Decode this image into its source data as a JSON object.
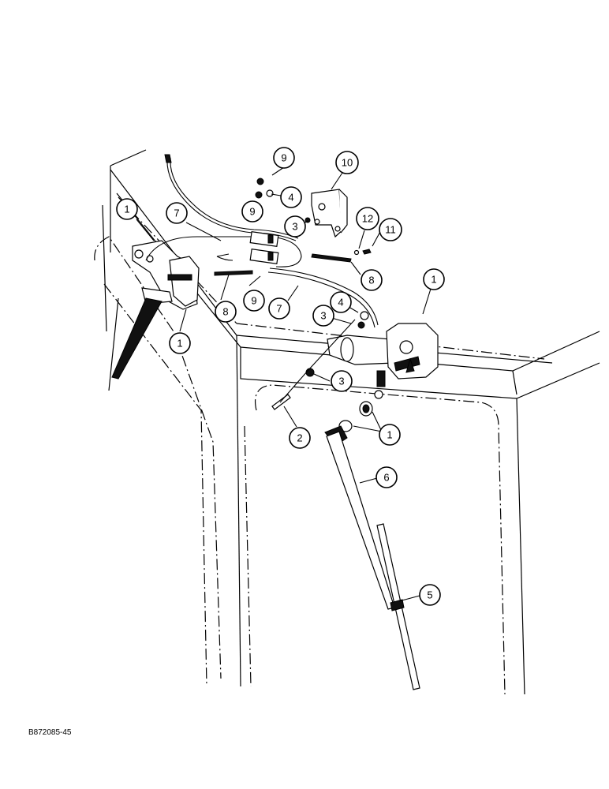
{
  "figure": {
    "reference_code": "B872085-45"
  },
  "callouts": [
    {
      "id": "c-1a",
      "label": "1"
    },
    {
      "id": "c-7a",
      "label": "7"
    },
    {
      "id": "c-9a",
      "label": "9"
    },
    {
      "id": "c-10",
      "label": "10"
    },
    {
      "id": "c-4a",
      "label": "4"
    },
    {
      "id": "c-9b",
      "label": "9"
    },
    {
      "id": "c-3a",
      "label": "3"
    },
    {
      "id": "c-12",
      "label": "12"
    },
    {
      "id": "c-11",
      "label": "11"
    },
    {
      "id": "c-1b",
      "label": "1"
    },
    {
      "id": "c-8a",
      "label": "8"
    },
    {
      "id": "c-9c",
      "label": "9"
    },
    {
      "id": "c-7b",
      "label": "7"
    },
    {
      "id": "c-8b",
      "label": "8"
    },
    {
      "id": "c-4b",
      "label": "4"
    },
    {
      "id": "c-3b",
      "label": "3"
    },
    {
      "id": "c-1c",
      "label": "1"
    },
    {
      "id": "c-3c",
      "label": "3"
    },
    {
      "id": "c-2",
      "label": "2"
    },
    {
      "id": "c-1d",
      "label": "1"
    },
    {
      "id": "c-6",
      "label": "6"
    },
    {
      "id": "c-5",
      "label": "5"
    }
  ]
}
